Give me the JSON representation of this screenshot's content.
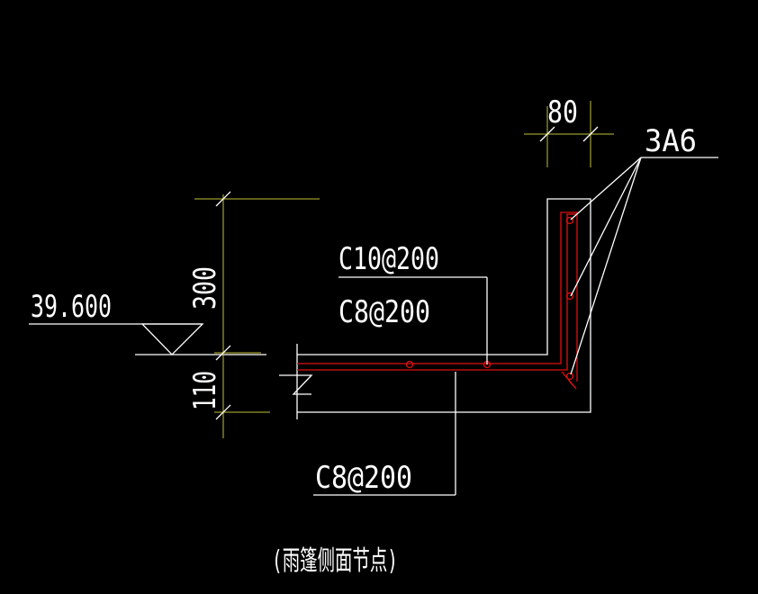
{
  "colors": {
    "background": "#000000",
    "outline": "#ffffff",
    "dimension": "#bfbf3a",
    "rebar": "#e01010",
    "text": "#ffffff"
  },
  "elevation": {
    "value": "39.600"
  },
  "dimensions": {
    "height_upper": "300",
    "height_lower": "110",
    "wall_thickness": "80"
  },
  "rebar_labels": {
    "top_main": "C10@200",
    "top_distribution": "C8@200",
    "bottom": "C8@200",
    "longitudinal": "3A6"
  },
  "caption": "(雨篷侧面节点)"
}
